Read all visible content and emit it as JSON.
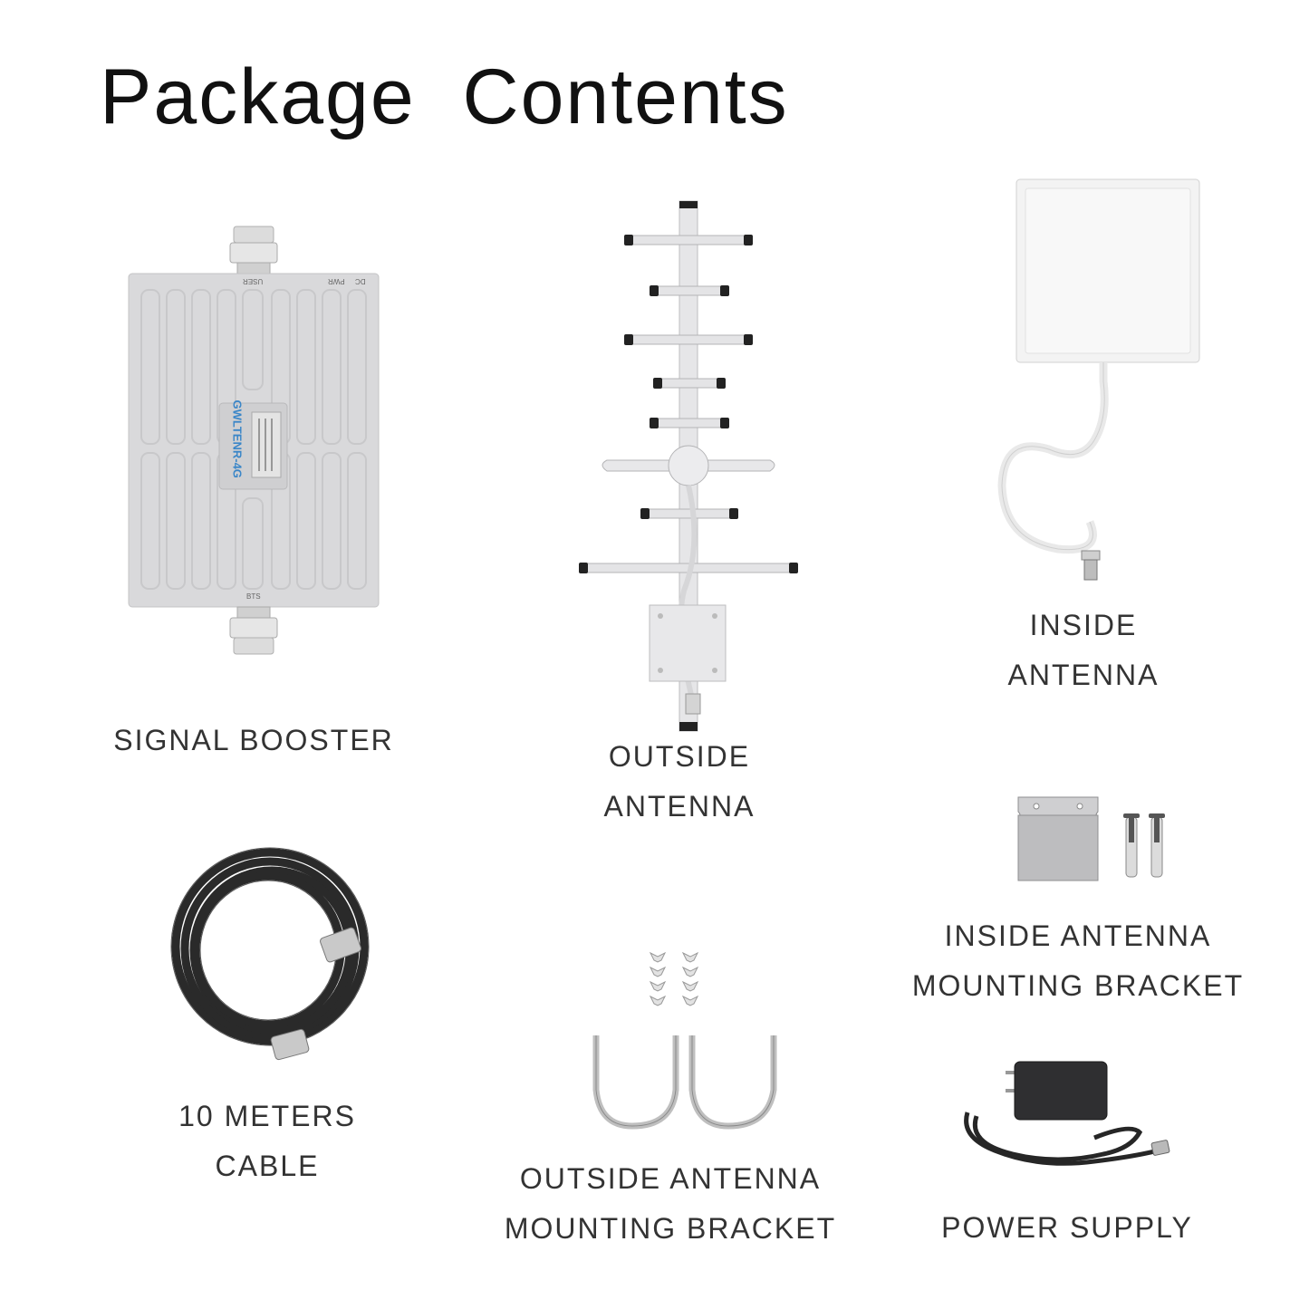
{
  "title": "Package  Contents",
  "items": {
    "signal_booster": {
      "label": [
        "SIGNAL BOOSTER"
      ],
      "device_model": "GWLTENR-4G",
      "port_top": "USER",
      "port_bottom": "BTS",
      "port_dc": "DC",
      "port_pwr": "PWR"
    },
    "outside_antenna": {
      "label": [
        "OUTSIDE",
        "ANTENNA"
      ]
    },
    "inside_antenna": {
      "label": [
        "INSIDE",
        "ANTENNA"
      ]
    },
    "cable": {
      "label": [
        "10 METERS",
        "CABLE"
      ]
    },
    "outside_bracket": {
      "label": [
        "OUTSIDE ANTENNA",
        "MOUNTING BRACKET"
      ]
    },
    "inside_bracket": {
      "label": [
        "INSIDE ANTENNA",
        "MOUNTING BRACKET"
      ]
    },
    "power_supply": {
      "label": [
        "POWER SUPPLY"
      ]
    }
  },
  "colors": {
    "booster_body": "#d9d9db",
    "antenna_metal": "#e4e4e6",
    "antenna_tip": "#222222",
    "cable_black": "#2a2a2a",
    "model_text": "#3a86c8"
  }
}
